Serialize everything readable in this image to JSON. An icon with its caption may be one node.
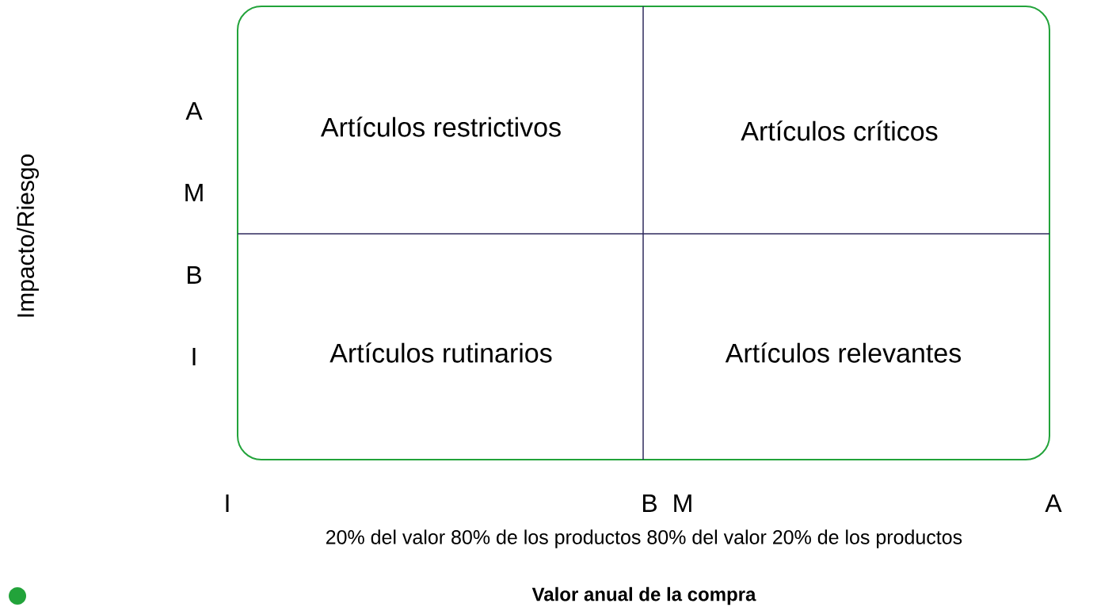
{
  "diagram": {
    "nodes": [
      {
        "text": [
          "Artículos restrictivos"
        ]
      },
      {
        "text": [
          "Artículos críticos"
        ]
      },
      {
        "text": [
          "Artículos rutinarios"
        ]
      },
      {
        "text": [
          "Artículos relevantes"
        ]
      }
    ],
    "labels": [
      "Impacto/Riesgo",
      "A",
      "M",
      "B",
      "I",
      "I",
      "B",
      "M",
      "A",
      "20% del valor 80% de los productos 80% del valor 20% de los productos",
      "Valor anual de la compra"
    ]
  }
}
